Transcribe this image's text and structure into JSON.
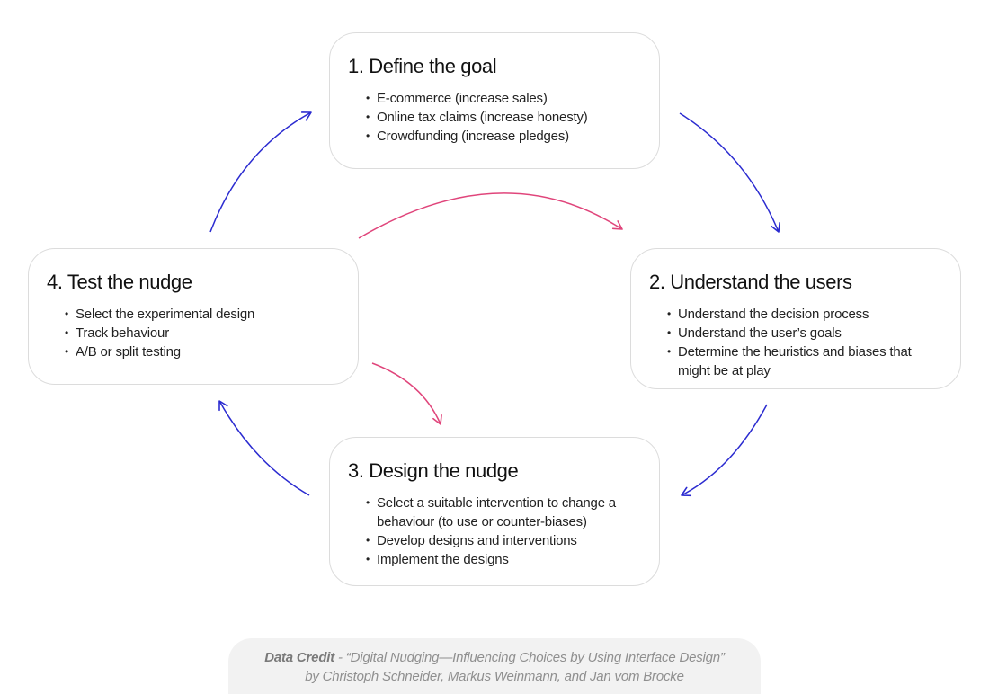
{
  "steps": [
    {
      "title": "1. Define the goal",
      "items": [
        "E-commerce (increase sales)",
        "Online tax claims (increase honesty)",
        "Crowdfunding (increase pledges)"
      ]
    },
    {
      "title": "2. Understand the users",
      "items": [
        "Understand the decision process",
        "Understand the user’s goals",
        "Determine the heuristics and biases that might be at play"
      ]
    },
    {
      "title": "3. Design the nudge",
      "items": [
        "Select a suitable intervention to change a behaviour (to use or counter-biases)",
        "Develop designs and interventions",
        "Implement the designs"
      ]
    },
    {
      "title": "4. Test the nudge",
      "items": [
        "Select the experimental design",
        "Track behaviour",
        "A/B or split testing"
      ]
    }
  ],
  "credit": {
    "label": "Data Credit",
    "separator": " - ",
    "line1": "“Digital Nudging—Influencing Choices by Using Interface Design”",
    "line2": "by Christoph Schneider, Markus Weinmann, and Jan vom Brocke"
  },
  "colors": {
    "cycle_arrow": "#2b2bd0",
    "feedback_arrow": "#e0457b",
    "card_border": "#dcdcdc"
  }
}
